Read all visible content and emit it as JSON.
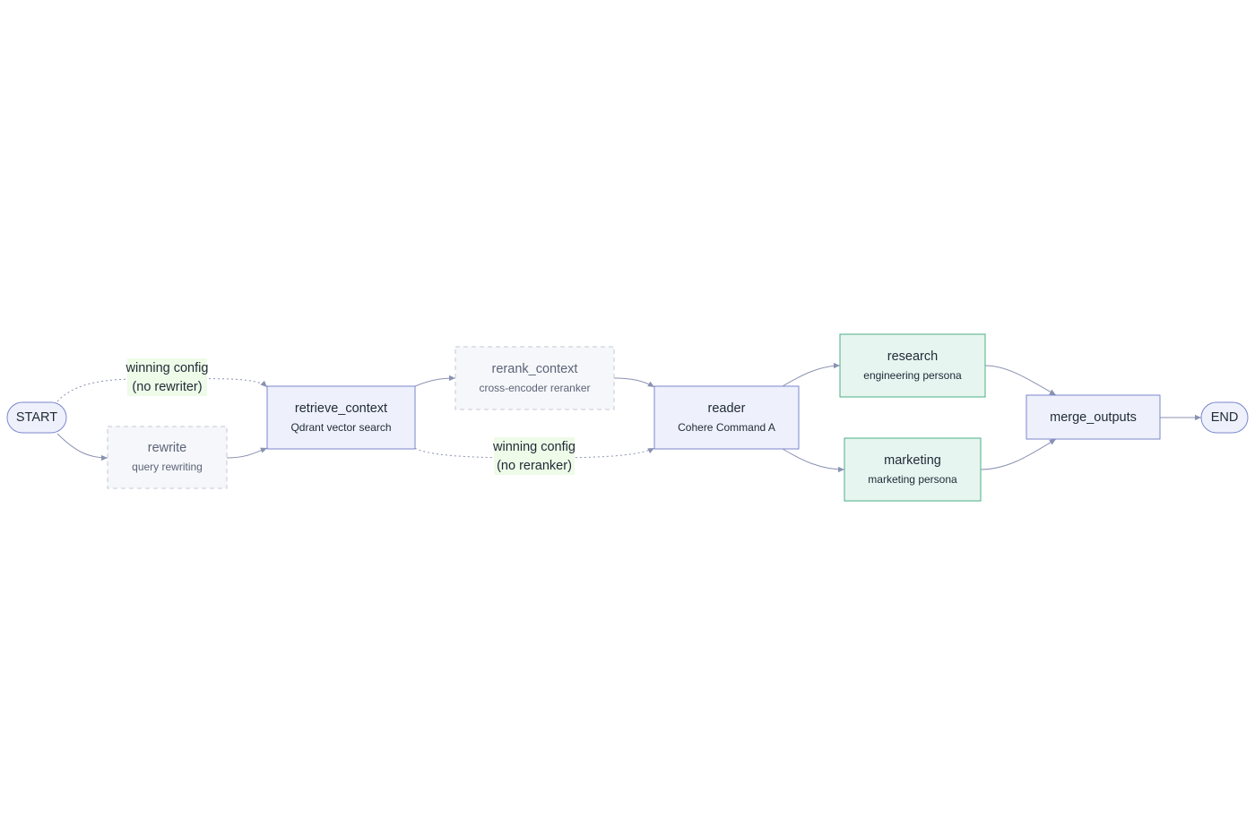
{
  "colors": {
    "primary_fill": "#eef1fb",
    "primary_stroke": "#7b86cc",
    "optional_fill": "#f6f7fa",
    "optional_stroke": "#c5c9d6",
    "persona_fill": "#e6f5ef",
    "persona_stroke": "#4caf84",
    "edge": "#8a92b2",
    "label_bg": "#eefbe8"
  },
  "nodes": {
    "start": {
      "label": "START"
    },
    "end": {
      "label": "END"
    },
    "rewrite": {
      "title": "rewrite",
      "subtitle": "query rewriting"
    },
    "retrieve_context": {
      "title": "retrieve_context",
      "subtitle": "Qdrant vector search"
    },
    "rerank_context": {
      "title": "rerank_context",
      "subtitle": "cross-encoder reranker"
    },
    "reader": {
      "title": "reader",
      "subtitle": "Cohere Command A"
    },
    "research": {
      "title": "research",
      "subtitle": "engineering persona"
    },
    "marketing": {
      "title": "marketing",
      "subtitle": "marketing persona"
    },
    "merge_outputs": {
      "title": "merge_outputs"
    }
  },
  "edge_labels": {
    "no_rewriter": {
      "line1": "winning config",
      "line2": "(no rewriter)"
    },
    "no_reranker": {
      "line1": "winning config",
      "line2": "(no reranker)"
    }
  }
}
